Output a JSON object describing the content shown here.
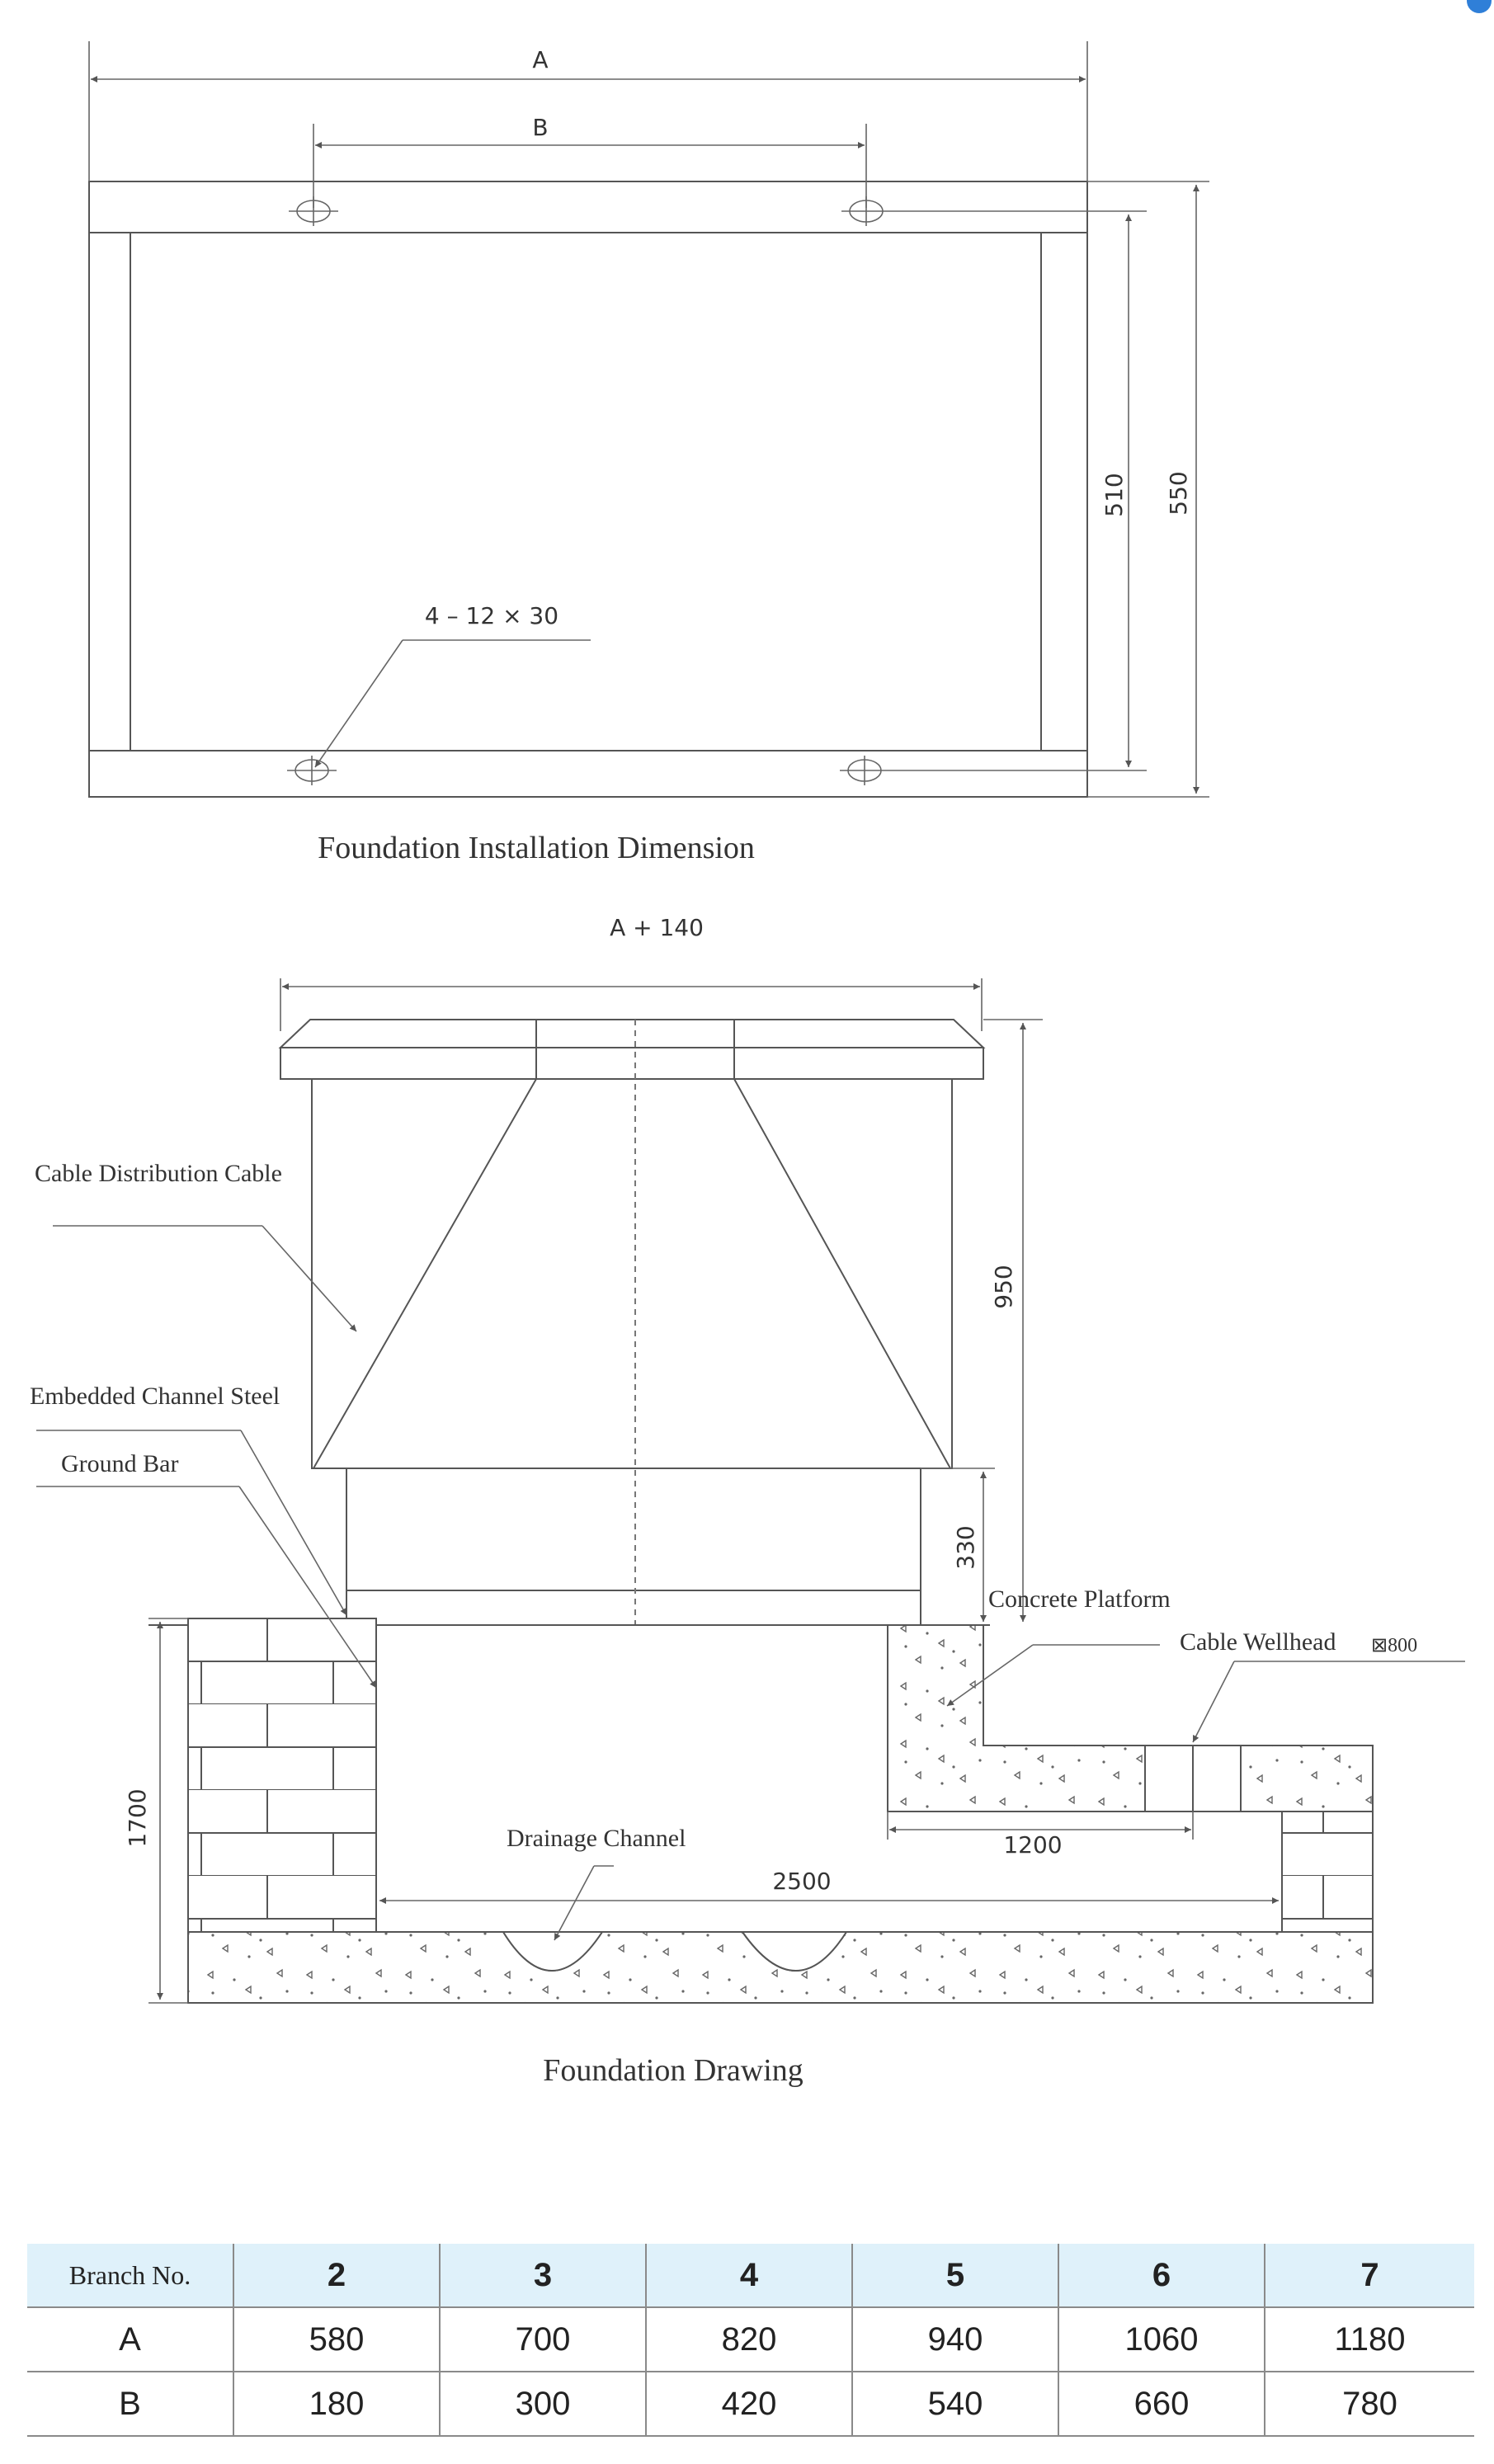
{
  "installation": {
    "dim_a": "A",
    "dim_b": "B",
    "dim_510": "510",
    "dim_550": "550",
    "hole_spec": "4 – 12 × 30",
    "caption": "Foundation Installation Dimension"
  },
  "foundation": {
    "dim_top": "A + 140",
    "dim_950": "950",
    "dim_330": "330",
    "dim_1700": "1700",
    "dim_2500": "2500",
    "dim_1200": "1200",
    "label_cable_distribution": "Cable Distribution Cable",
    "label_embedded_channel": "Embedded Channel Steel",
    "label_ground_bar": "Ground Bar",
    "label_concrete_platform": "Concrete Platform",
    "label_cable_wellhead": "Cable Wellhead",
    "wellhead_size": "⊠800",
    "label_drainage": "Drainage Channel",
    "caption": "Foundation Drawing"
  },
  "table": {
    "header_label": "Branch No.",
    "branches": [
      "2",
      "3",
      "4",
      "5",
      "6",
      "7"
    ],
    "rows": [
      {
        "label": "A",
        "values": [
          "580",
          "700",
          "820",
          "940",
          "1060",
          "1180"
        ]
      },
      {
        "label": "B",
        "values": [
          "180",
          "300",
          "420",
          "540",
          "660",
          "780"
        ]
      }
    ]
  }
}
